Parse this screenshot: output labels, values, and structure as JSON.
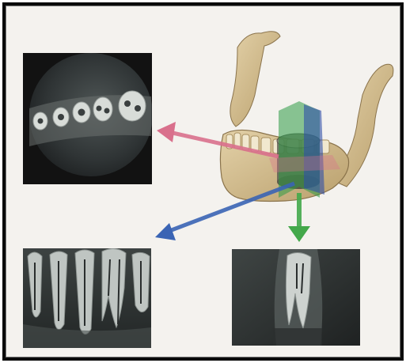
{
  "figure": {
    "description_alt": "",
    "colors": {
      "frame": "#0a0a0a",
      "background": "#f4f2ee",
      "arrow_pink": "#d9708c",
      "arrow_blue": "#3a64b4",
      "arrow_green": "#43a84a",
      "plane_blue": "#2f4fa8",
      "plane_green": "#2e9a45",
      "bone": "#d9c49a",
      "tooth": "#efe6cf",
      "xray_dark": "#1a1d1e",
      "xray_light": "#c9cfcc"
    },
    "panels": [
      {
        "id": "axial",
        "view": "axial-slice",
        "arrow": "pink"
      },
      {
        "id": "panoramic",
        "view": "panoramic-slice",
        "arrow": "blue"
      },
      {
        "id": "cross",
        "view": "cross-sectional-slice",
        "arrow": "green"
      }
    ],
    "icons": [
      "mandible-illustration",
      "pink-arrow",
      "blue-arrow",
      "green-arrow"
    ]
  }
}
